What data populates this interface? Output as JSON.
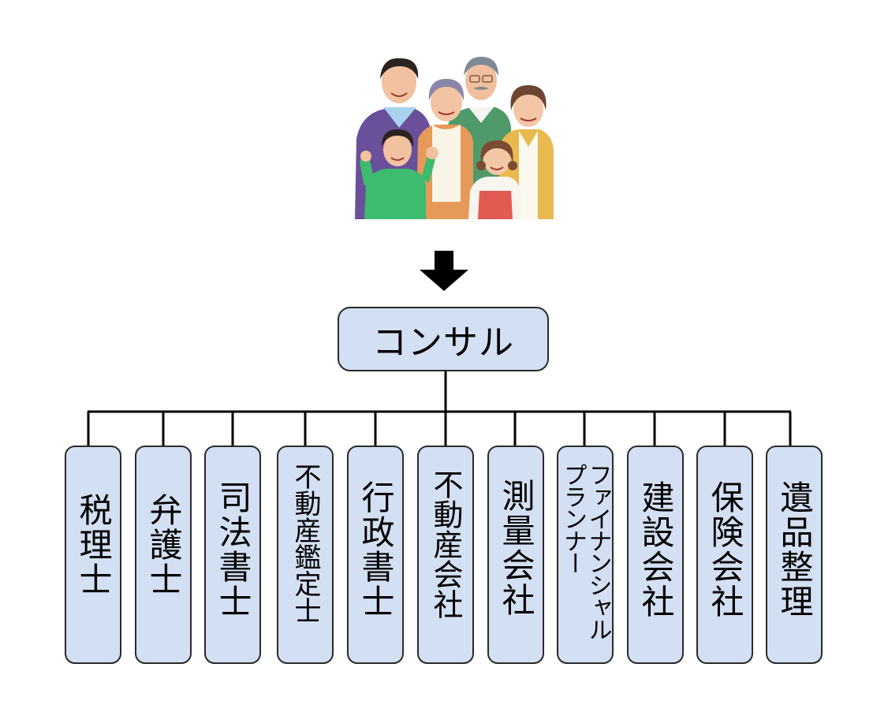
{
  "illustration": {
    "subject": "family-group",
    "description": "Three-generation family illustration: father, grandmother, grandfather, mother, son, daughter"
  },
  "flow_arrow": "down-arrow",
  "root": {
    "label": "コンサル"
  },
  "children": [
    {
      "label": "税理士"
    },
    {
      "label": "弁護士"
    },
    {
      "label": "司法書士"
    },
    {
      "label": "不動産鑑定士"
    },
    {
      "label": "行政書士"
    },
    {
      "label": "不動産会社"
    },
    {
      "label": "測量会社"
    },
    {
      "label": "ファイナンシャルプランナー",
      "lines": [
        "ファイナンシャル",
        "プランナー"
      ]
    },
    {
      "label": "建設会社"
    },
    {
      "label": "保険会社"
    },
    {
      "label": "遺品整理"
    }
  ],
  "colors": {
    "box_fill": "#d3dff2",
    "box_border": "#2a2a2a",
    "line": "#000000",
    "text": "#000000"
  }
}
